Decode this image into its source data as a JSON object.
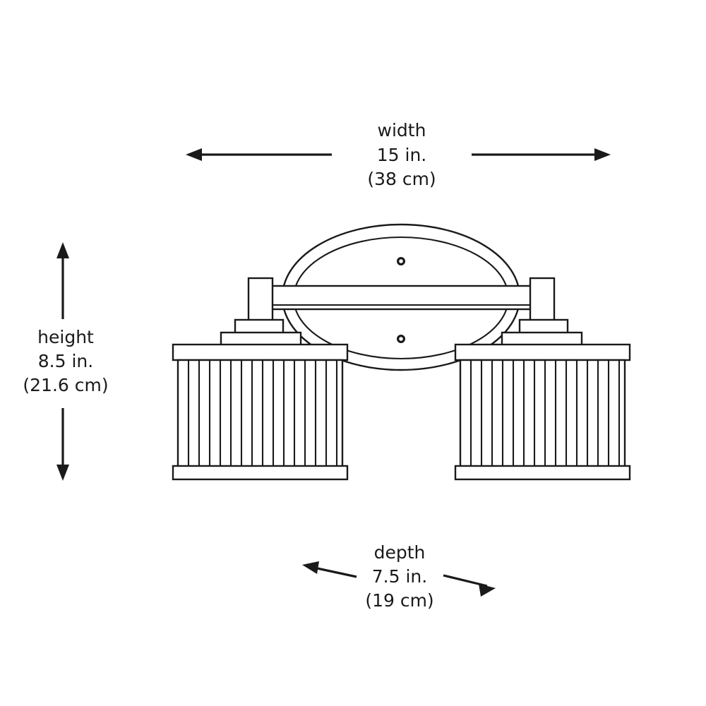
{
  "diagram": {
    "type": "product-dimension-diagram",
    "subject": "two-light bath vanity fixture with oval backplate and slatted cylinder shades",
    "background_color": "#ffffff",
    "line_color": "#1a1a1a",
    "text_color": "#1a1a1a"
  },
  "dimensions": {
    "width": {
      "label": "width",
      "imperial": "15 in.",
      "metric": "(38 cm)",
      "arrow_style": "double-headed-horizontal"
    },
    "height": {
      "label": "height",
      "imperial": "8.5 in.",
      "metric": "(21.6 cm)",
      "arrow_style": "double-headed-vertical"
    },
    "depth": {
      "label": "depth",
      "imperial": "7.5 in.",
      "metric": "(19 cm)",
      "arrow_style": "two-diagonal-arrows"
    }
  },
  "product": {
    "backplate": {
      "shape": "oval",
      "outline_count": 2,
      "mounting_holes": 2
    },
    "crossbar": {
      "shape": "horizontal-bar"
    },
    "shades": [
      {
        "position": "left",
        "slat_count": 15
      },
      {
        "position": "right",
        "slat_count": 15
      }
    ]
  }
}
